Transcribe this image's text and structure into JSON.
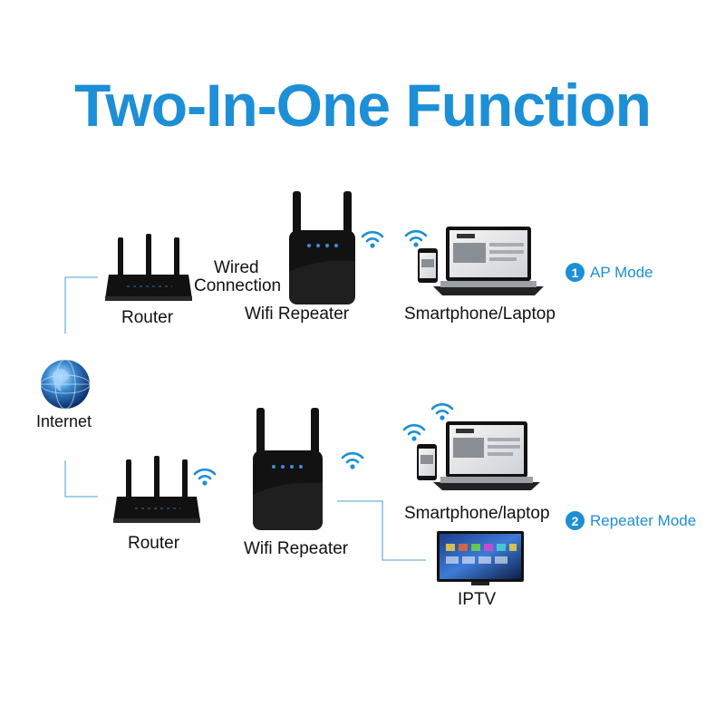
{
  "title": "Two-In-One Function",
  "internet": {
    "label": "Internet",
    "icon": "globe-icon"
  },
  "ap_section": {
    "router_label": "Router",
    "wired_line1": "Wired",
    "wired_line2": "Connection",
    "repeater_label": "Wifi Repeater",
    "devices_label": "Smartphone/Laptop",
    "mode_number": "1",
    "mode_label": "AP Mode"
  },
  "repeater_section": {
    "router_label": "Router",
    "repeater_label": "Wifi Repeater",
    "devices_label": "Smartphone/laptop",
    "tv_label": "IPTV",
    "mode_number": "2",
    "mode_label": "Repeater Mode"
  },
  "colors": {
    "accent": "#1c8fd6",
    "device": "#111111",
    "line": "#6fb3dc"
  }
}
